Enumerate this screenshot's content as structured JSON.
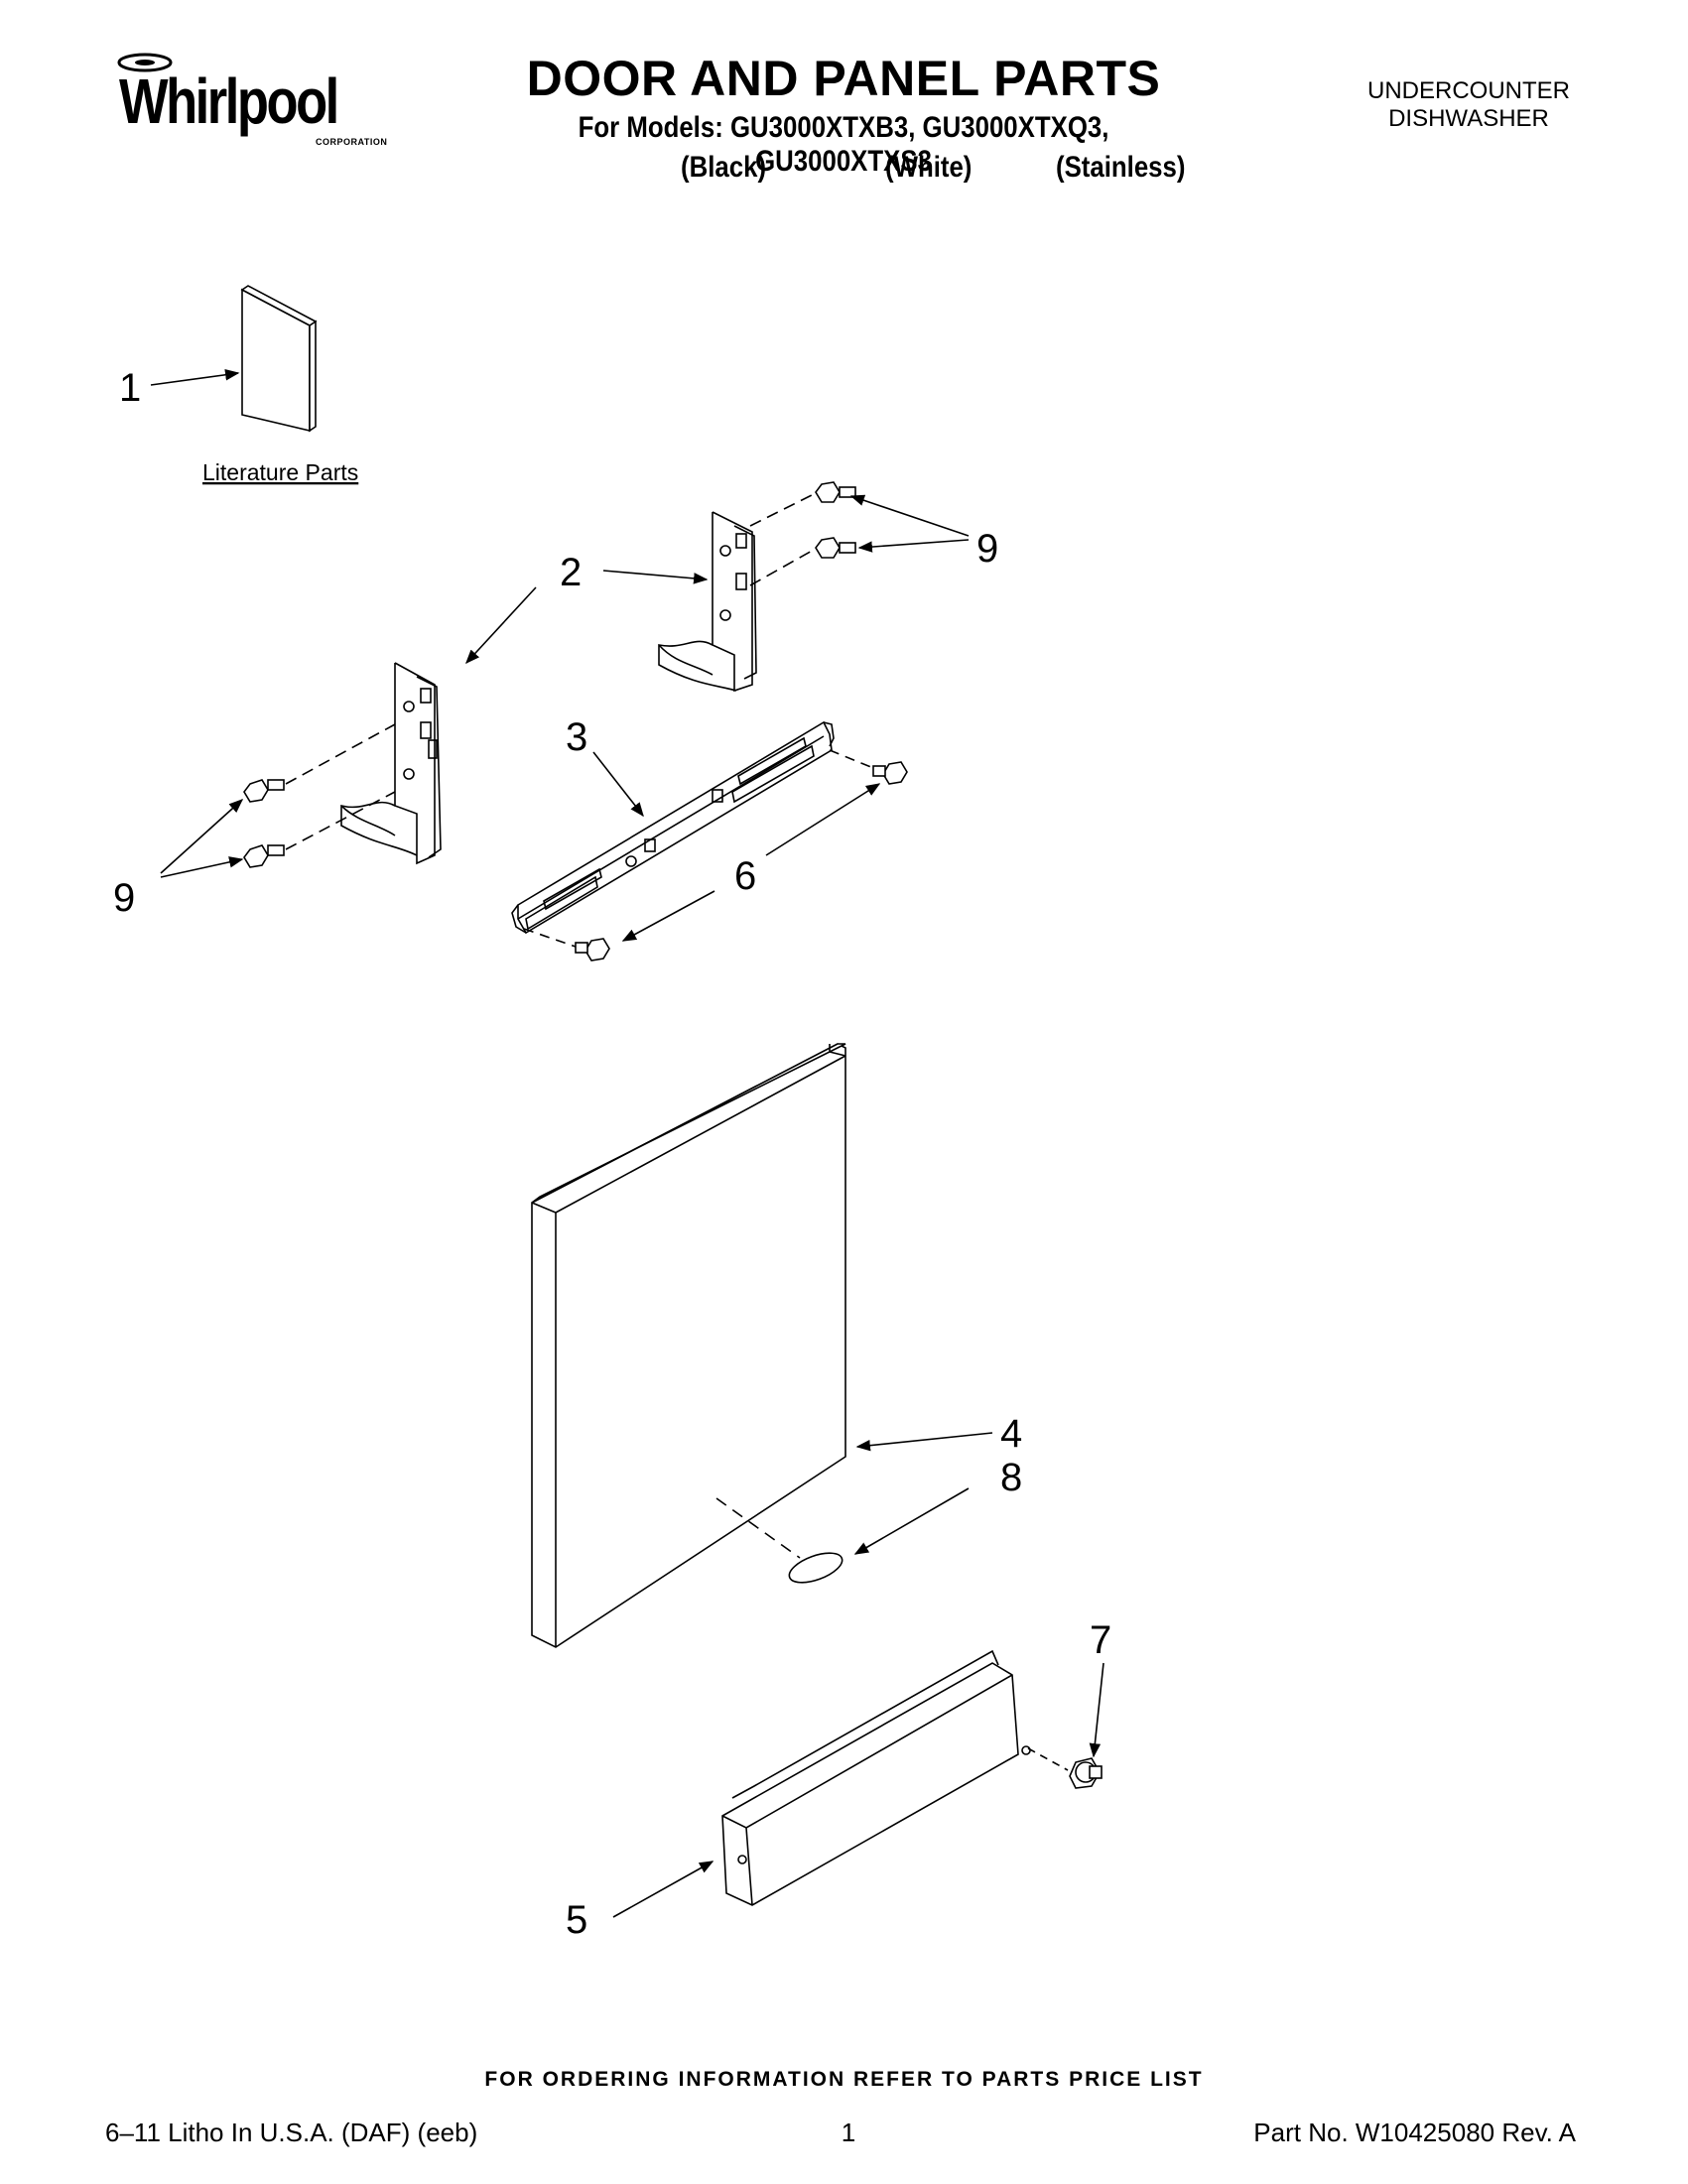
{
  "header": {
    "brand": "Whirlpool",
    "brand_sub": "CORPORATION",
    "title": "DOOR AND PANEL PARTS",
    "models_line": "For Models: GU3000XTXB3, GU3000XTXQ3, GU3000XTXS3",
    "variants": [
      "(Black)",
      "(White)",
      "(Stainless)"
    ],
    "category_line1": "UNDERCOUNTER",
    "category_line2": "DISHWASHER"
  },
  "diagram": {
    "literature_label": "Literature Parts",
    "callouts": {
      "c1": "1",
      "c2": "2",
      "c3": "3",
      "c4": "4",
      "c5": "5",
      "c6": "6",
      "c7": "7",
      "c8": "8",
      "c9_top": "9",
      "c9_left": "9"
    }
  },
  "footer": {
    "ordering_note": "FOR ORDERING INFORMATION REFER TO PARTS PRICE LIST",
    "print_info": "6–11 Litho In U.S.A. (DAF) (eeb)",
    "page_number": "1",
    "part_number": "Part No. W10425080 Rev. A"
  }
}
